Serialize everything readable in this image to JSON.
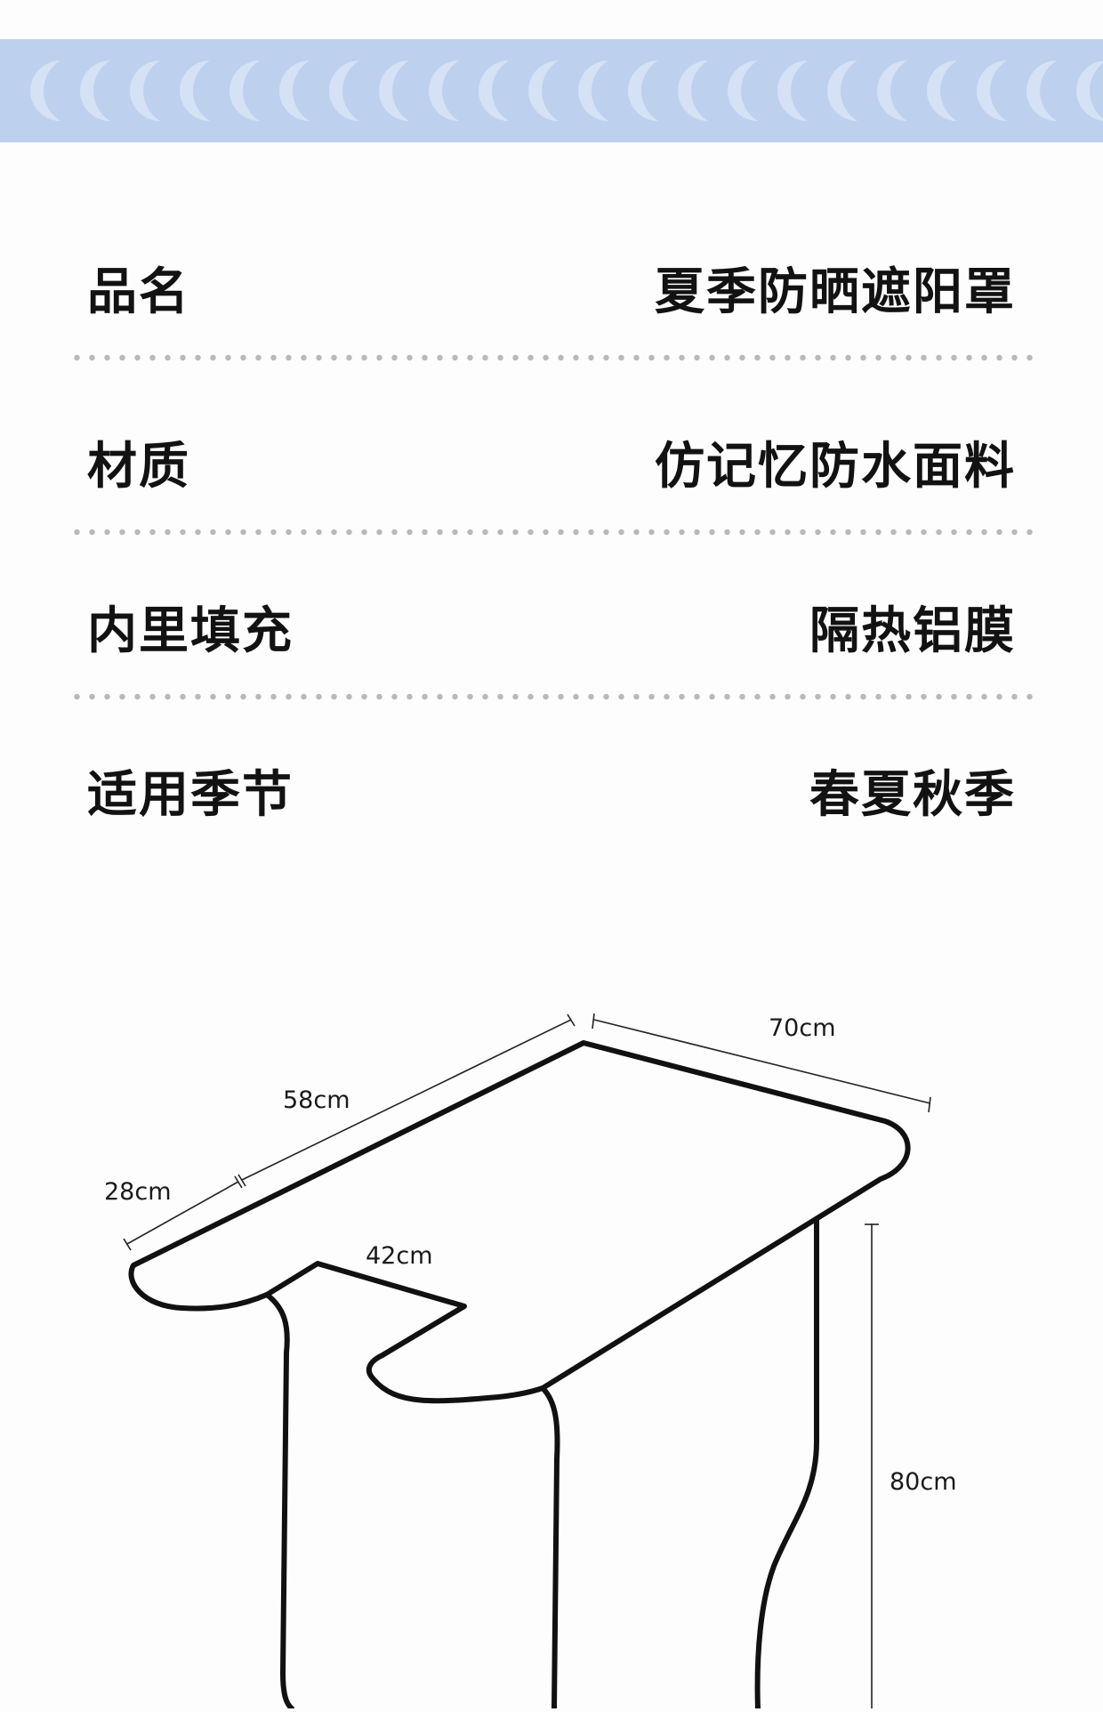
{
  "specs": [
    {
      "label": "品名",
      "value": "夏季防晒遮阳罩"
    },
    {
      "label": "材质",
      "value": "仿记忆防水面料"
    },
    {
      "label": "内里填充",
      "value": "隔热铝膜"
    },
    {
      "label": "适用季节",
      "value": "春夏秋季"
    }
  ],
  "dimensions": {
    "d1": "70cm",
    "d2": "58cm",
    "d3": "28cm",
    "d4": "42cm",
    "d5": "80cm"
  },
  "colors": {
    "banner": "#bdd0ee",
    "crescent": "#d5e1f4",
    "outline": "#111111"
  }
}
